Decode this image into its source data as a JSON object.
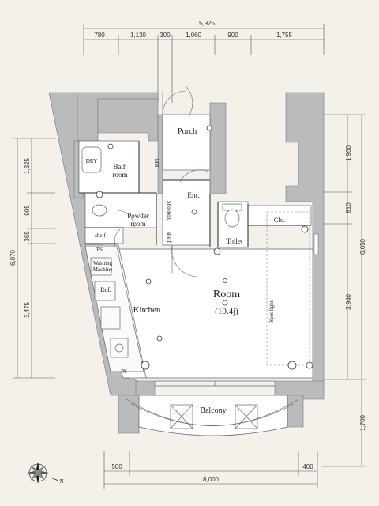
{
  "plan": {
    "top_dims": {
      "total": "5,925",
      "segments": [
        "780",
        "1,130",
        "300",
        "1,060",
        "900",
        "1,755"
      ]
    },
    "bottom_dims": {
      "total": "8,000",
      "left": "500",
      "right": "400"
    },
    "left_dims": {
      "total": "6,070",
      "segments": [
        "1,325",
        "905",
        "365",
        "3,475"
      ]
    },
    "right_dims": {
      "total": "6,650",
      "segments": [
        "1,900",
        "810",
        "3,940"
      ],
      "lower": "1,700"
    },
    "rooms": {
      "porch": "Porch",
      "bath": "Bath\nroom",
      "bath_line1": "Bath",
      "bath_line2": "room",
      "mb": "MB",
      "ent": "Ent.",
      "powder_line1": "Powder",
      "powder_line2": "room",
      "shoebox": "Shoebox",
      "shelf_upper": "shelf",
      "shelf_lower": "shelf",
      "ps_upper": "PS",
      "ps_lower": "PS",
      "washing_line1": "Washing",
      "washing_line2": "Machine",
      "ref": "Ref.",
      "kitchen": "Kitchen",
      "room": "Room",
      "room_size": "(10.4j)",
      "spotlight": "Spot light",
      "toilet": "Toilet",
      "clo": "Clo.",
      "balcony": "Balcony",
      "dry": "DRY"
    },
    "compass": {
      "north": "N"
    }
  }
}
